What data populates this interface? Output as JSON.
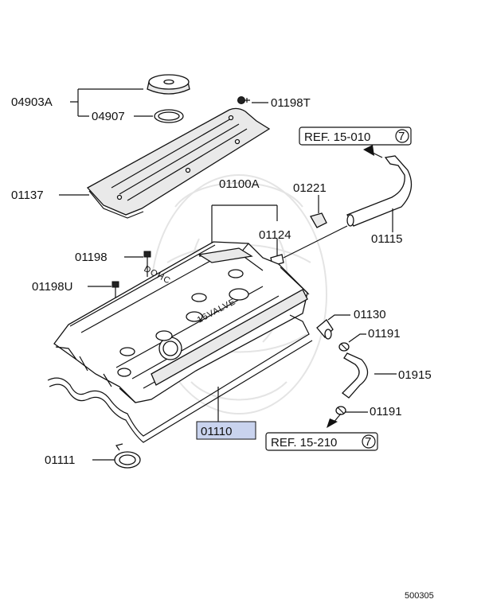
{
  "labels": {
    "p04903A": "04903A",
    "p04907": "04907",
    "p01198T": "01198T",
    "p01137": "01137",
    "p01100A": "01100A",
    "p01221": "01221",
    "p01124": "01124",
    "p01115": "01115",
    "p01198": "01198",
    "p01198U": "01198U",
    "p01130": "01130",
    "p01191a": "01191",
    "p01915": "01915",
    "p01191b": "01191",
    "p01110": "01110",
    "p01111": "01111"
  },
  "refs": {
    "ref1": "REF. 15-010",
    "ref1_num": "7",
    "ref2": "REF. 15-210",
    "ref2_num": "7"
  },
  "engine_text": {
    "dohc": "DOHC",
    "valve": "16VALVE"
  },
  "diagram_id": "500305",
  "colors": {
    "highlight": "#c9d3ee"
  }
}
